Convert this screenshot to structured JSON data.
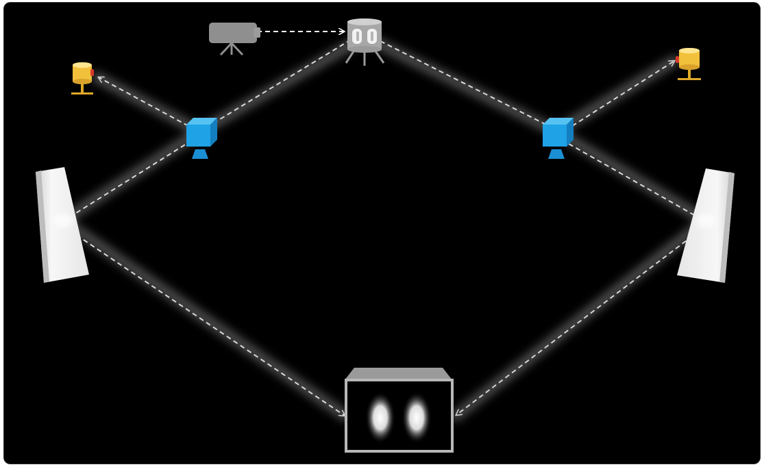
{
  "diagram": {
    "kind": "interferometer-schematic",
    "components": [
      {
        "id": "laser",
        "icon": "laser-source-icon"
      },
      {
        "id": "beam-splitter-top",
        "icon": "beam-splitter-icon"
      },
      {
        "id": "cube-left",
        "icon": "blue-cube-splitter-icon"
      },
      {
        "id": "cube-right",
        "icon": "blue-cube-splitter-icon"
      },
      {
        "id": "detector-left",
        "icon": "yellow-detector-icon"
      },
      {
        "id": "detector-right",
        "icon": "yellow-detector-icon"
      },
      {
        "id": "mirror-left",
        "icon": "mirror-icon"
      },
      {
        "id": "mirror-right",
        "icon": "mirror-icon"
      },
      {
        "id": "screen",
        "icon": "interference-screen-icon",
        "fringes": 2
      }
    ],
    "colors": {
      "background": "#000000",
      "beam": "#d9d9d9",
      "cube": "#1fa2e6",
      "detector": "#f2c13c",
      "detector_window": "#d93a2b",
      "mirror": "#eeeeee",
      "device_gray": "#8f8f8f"
    }
  }
}
